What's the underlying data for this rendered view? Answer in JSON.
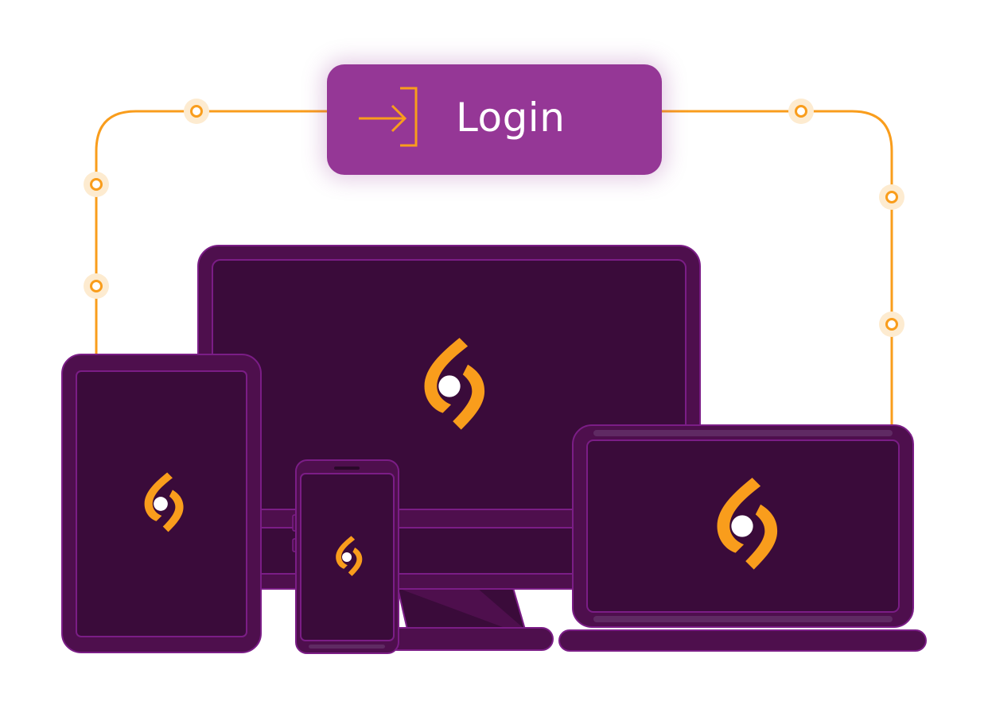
{
  "login_button": {
    "label": "Login",
    "icon": "login-arrow-icon"
  },
  "devices": [
    {
      "kind": "desktop-monitor",
      "icon": "app-logo-icon"
    },
    {
      "kind": "tablet",
      "icon": "app-logo-icon"
    },
    {
      "kind": "smartphone",
      "icon": "app-logo-icon"
    },
    {
      "kind": "laptop",
      "icon": "app-logo-icon"
    }
  ],
  "colors": {
    "accent": "#f99d1c",
    "button": "#953796",
    "device_body": "#4e0f4d",
    "device_screen": "#3a0b3a",
    "device_outline": "#7b1d86",
    "node_halo": "#fdebd0"
  }
}
